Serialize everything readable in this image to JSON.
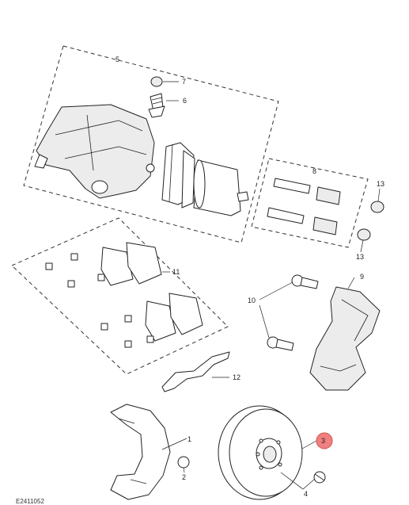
{
  "callouts": {
    "c1": "1",
    "c2": "2",
    "c3": "3",
    "c4": "4",
    "c5": "5",
    "c6": "6",
    "c7": "7",
    "c8": "8",
    "c9": "9",
    "c10": "10",
    "c11": "11",
    "c12": "12",
    "c13a": "13",
    "c13b": "13"
  },
  "highlight": {
    "callout": "3",
    "color": "#f08080"
  },
  "reference_code": "E2411052"
}
